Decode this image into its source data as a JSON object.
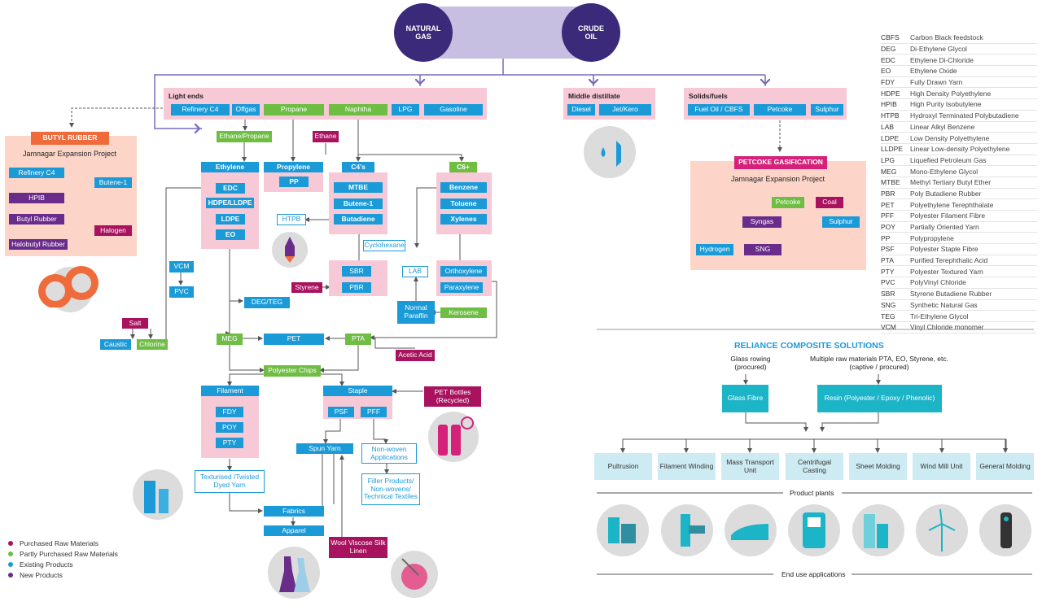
{
  "top": {
    "natural_gas": "NATURAL GAS",
    "crude_oil": "CRUDE OIL"
  },
  "light_ends": {
    "title": "Light ends",
    "items": [
      "Refinery C4",
      "Offgas",
      "Propane",
      "Naphtha",
      "LPG",
      "Gasoline"
    ]
  },
  "middle": {
    "title": "Middle distillate",
    "items": [
      "Diesel",
      "Jet/Kero"
    ]
  },
  "solids": {
    "title": "Solids/fuels",
    "items": [
      "Fuel Oil / CBFS",
      "Petcoke",
      "Sulphur"
    ]
  },
  "butyl": {
    "title": "BUTYL RUBBER",
    "subtitle": "Jamnagar Expansion Project",
    "refinery_c4": "Refinery C4",
    "butene1": "Butene-1",
    "hpib": "HPIB",
    "butyl_rubber": "Butyl Rubber",
    "halogen": "Halogen",
    "halobutyl": "Halobutyl Rubber"
  },
  "petcoke_gas": {
    "title": "PETCOKE GASIFICATION",
    "subtitle": "Jamnagar Expansion Project",
    "petcoke": "Petcoke",
    "coal": "Coal",
    "syngas": "Syngas",
    "sulphur": "Sulphur",
    "hydrogen": "Hydrogen",
    "sng": "SNG"
  },
  "mid": {
    "ethane_propane": "Ethane/Propane",
    "ethane": "Ethane",
    "ethylene": "Ethylene",
    "edc": "EDC",
    "hdpe_lldpe": "HDPE/LLDPE",
    "ldpe": "LDPE",
    "eo": "EO",
    "propylene": "Propylene",
    "pp": "PP",
    "c4s": "C4's",
    "mtbe": "MTBE",
    "butene1": "Butene-1",
    "butadiene": "Butadiene",
    "htpb": "HTPB",
    "c6": "C6+",
    "benzene": "Benzene",
    "toluene": "Toluene",
    "xylenes": "Xylenes",
    "cyclohexane": "Cyclohexane",
    "sbr": "SBR",
    "pbr": "PBR",
    "styrene": "Styrene",
    "lab": "LAB",
    "orthoxylene": "Orthoxylene",
    "paraxylene": "Paraxylene",
    "normal_paraffin": "Normal Paraffin",
    "kerosene": "Kerosene",
    "vcm": "VCM",
    "pvc": "PVC",
    "deg_teg": "DEG/TEG",
    "salt": "Salt",
    "caustic": "Caustic",
    "chlorine": "Chlorine",
    "meg": "MEG",
    "pet": "PET",
    "pta": "PTA",
    "acetic_acid": "Acetic Acid",
    "polyester_chips": "Polyester Chips",
    "filament": "Filament",
    "fdy": "FDY",
    "poy": "POY",
    "pty": "PTY",
    "staple": "Staple",
    "psf": "PSF",
    "pff": "PFF",
    "pet_bottles": "PET Bottles (Recycled)",
    "spun_yarn": "Spun Yarn",
    "non_woven": "Non-woven Applications",
    "filler": "Filler Products/ Non-wovens/ Technical Textiles",
    "texturised": "Texturised /Twisted Dyed Yarn",
    "fabrics": "Fabrics",
    "apparel": "Apparel",
    "wool": "Wool Viscose Silk Linen"
  },
  "legend": [
    {
      "label": "Purchased Raw Materials",
      "color": "#a8125e"
    },
    {
      "label": "Partly Purchased Raw Materials",
      "color": "#6fbe44"
    },
    {
      "label": "Existing Products",
      "color": "#1b9ad8"
    },
    {
      "label": "New Products",
      "color": "#6a2c8b"
    }
  ],
  "glossary": [
    [
      "CBFS",
      "Carbon Black feedstock"
    ],
    [
      "DEG",
      "Di-Ethylene Glycol"
    ],
    [
      "EDC",
      "Ethylene Di-Chloride"
    ],
    [
      "EO",
      "Ethylene Oxide"
    ],
    [
      "FDY",
      "Fully Drawn Yarn"
    ],
    [
      "HDPE",
      "High Density Polyethylene"
    ],
    [
      "HPIB",
      "High Purity Isobutylene"
    ],
    [
      "HTPB",
      "Hydroxyl Terminated Polybutadiene"
    ],
    [
      "LAB",
      "Linear Alkyl Benzene"
    ],
    [
      "LDPE",
      "Low Density Polyethylene"
    ],
    [
      "LLDPE",
      "Linear Low-density Polyethylene"
    ],
    [
      "LPG",
      "Liquefied Petroleum Gas"
    ],
    [
      "MEG",
      "Mono-Ethylene Glycol"
    ],
    [
      "MTBE",
      "Methyl Tertiary Butyl Ether"
    ],
    [
      "PBR",
      "Poly Butadiene Rubber"
    ],
    [
      "PET",
      "Polyethylene Terephthalate"
    ],
    [
      "PFF",
      "Polyester Filament Fibre"
    ],
    [
      "POY",
      "Partially Oriented Yarn"
    ],
    [
      "PP",
      "Polypropylene"
    ],
    [
      "PSF",
      "Polyester Staple Fibre"
    ],
    [
      "PTA",
      "Purified Terephthalic Acid"
    ],
    [
      "PTY",
      "Polyester Textured Yarn"
    ],
    [
      "PVC",
      "PolyVinyl Chloride"
    ],
    [
      "SBR",
      "Styrene Butadiene Rubber"
    ],
    [
      "SNG",
      "Synthetic Natural Gas"
    ],
    [
      "TEG",
      "Tri-Ethylene Glycol"
    ],
    [
      "VCM",
      "Vinyl Chloride monomer"
    ]
  ],
  "composite": {
    "title": "RELIANCE COMPOSITE SOLUTIONS",
    "glass_rowing": "Glass rowing (procured)",
    "multiple": "Multiple raw materials PTA, EO, Styrene, etc. (captive / procured)",
    "glass_fibre": "Glass Fibre",
    "resin": "Resin (Polyester / Epoxy / Phenolic)",
    "plants": [
      "Pultrusion",
      "Filament Winding",
      "Mass Transport Unit",
      "Centrifugal Casting",
      "Sheet Molding",
      "Wind Mill Unit",
      "General Molding"
    ],
    "product_plants": "Product plants",
    "end_use": "End use applications"
  }
}
